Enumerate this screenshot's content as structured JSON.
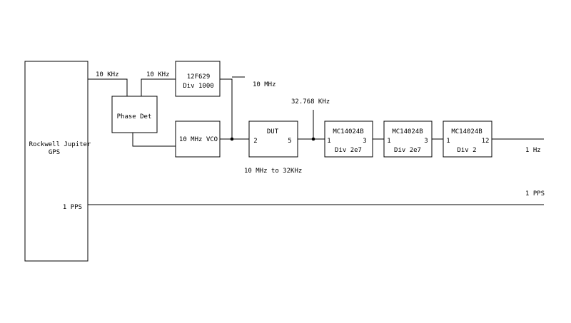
{
  "blocks": {
    "gps": {
      "line1": "Rockwell Jupiter",
      "line2": "GPS",
      "pps_label": "1 PPS"
    },
    "phase_det": {
      "label": "Phase Det"
    },
    "divider": {
      "line1": "12F629",
      "line2": "Div 1000"
    },
    "vco": {
      "label": "10 MHz VCO"
    },
    "dut": {
      "label": "DUT",
      "pin_in": "2",
      "pin_out": "5"
    },
    "counter1": {
      "title": "MC14024B",
      "pin_in": "1",
      "pin_out": "3",
      "label": "Div 2e7"
    },
    "counter2": {
      "title": "MC14024B",
      "pin_in": "1",
      "pin_out": "3",
      "label": "Div 2e7"
    },
    "counter3": {
      "title": "MC14024B",
      "pin_in": "1",
      "pin_out": "12",
      "label": "Div 2"
    }
  },
  "signals": {
    "gps_out": "10 KHz",
    "div_out": "10 KHz",
    "vco_out": "10 MHz",
    "dut_out": "32.768 KHz",
    "dut_range": "10 MHz to 32KHz",
    "final_out": "1 Hz",
    "pps_out": "1 PPS"
  }
}
